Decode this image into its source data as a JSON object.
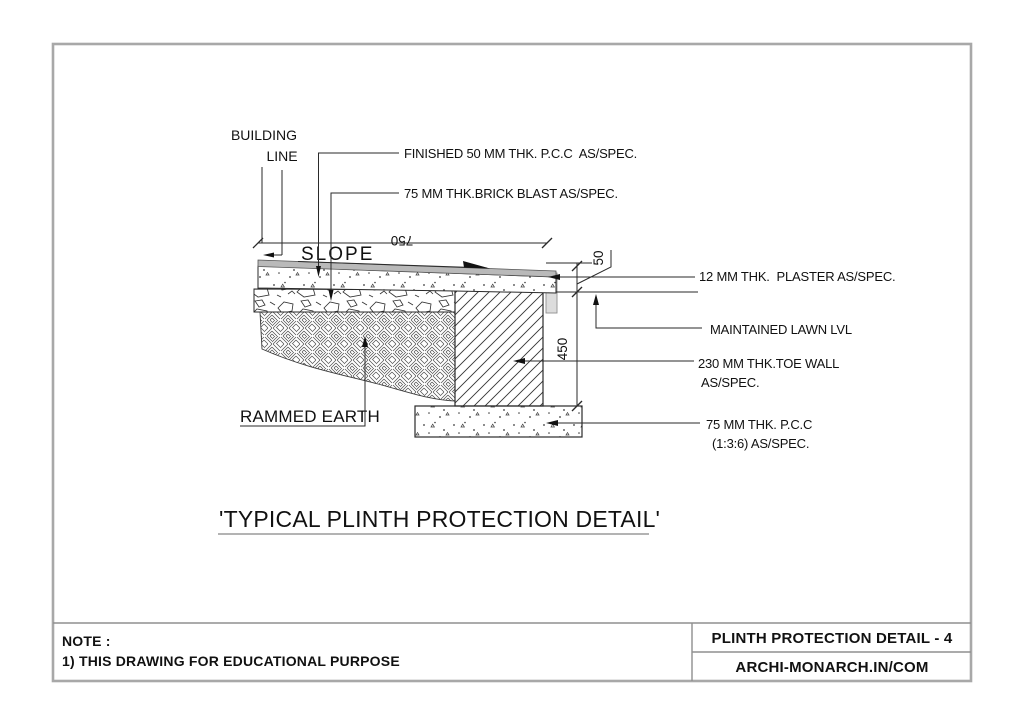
{
  "drawing": {
    "title": "'TYPICAL PLINTH PROTECTION DETAIL'",
    "labels": {
      "building_line_1": "BUILDING",
      "building_line_2": "LINE",
      "finished_pcc": "FINISHED 50 MM THK. P.C.C  AS/SPEC.",
      "brick_blast": "75 MM THK.BRICK BLAST AS/SPEC.",
      "slope": "SLOPE",
      "plaster": "12 MM THK.  PLASTER AS/SPEC.",
      "lawn_level": "MAINTAINED LAWN LVL",
      "toe_wall_1": "230 MM THK.TOE WALL",
      "toe_wall_2": "AS/SPEC.",
      "rammed_earth": "RAMMED EARTH",
      "footing_pcc_1": "75 MM THK. P.C.C",
      "footing_pcc_2": "(1:3:6) AS/SPEC."
    },
    "dimensions": {
      "plinth_width": "750",
      "plinth_edge_height": "50",
      "toe_wall_height": "450"
    }
  },
  "title_block": {
    "note_label": "NOTE :",
    "note_line_1": "1) THIS DRAWING FOR EDUCATIONAL PURPOSE",
    "sheet_title": "PLINTH PROTECTION DETAIL - 4",
    "sheet_source": "ARCHI-MONARCH.IN/COM"
  },
  "colors": {
    "line": "#2a2a2a",
    "border": "#a8a8a8",
    "band_fill": "#b9b9b9",
    "plaster_fill": "#dcdcdc",
    "paper": "#ffffff"
  }
}
